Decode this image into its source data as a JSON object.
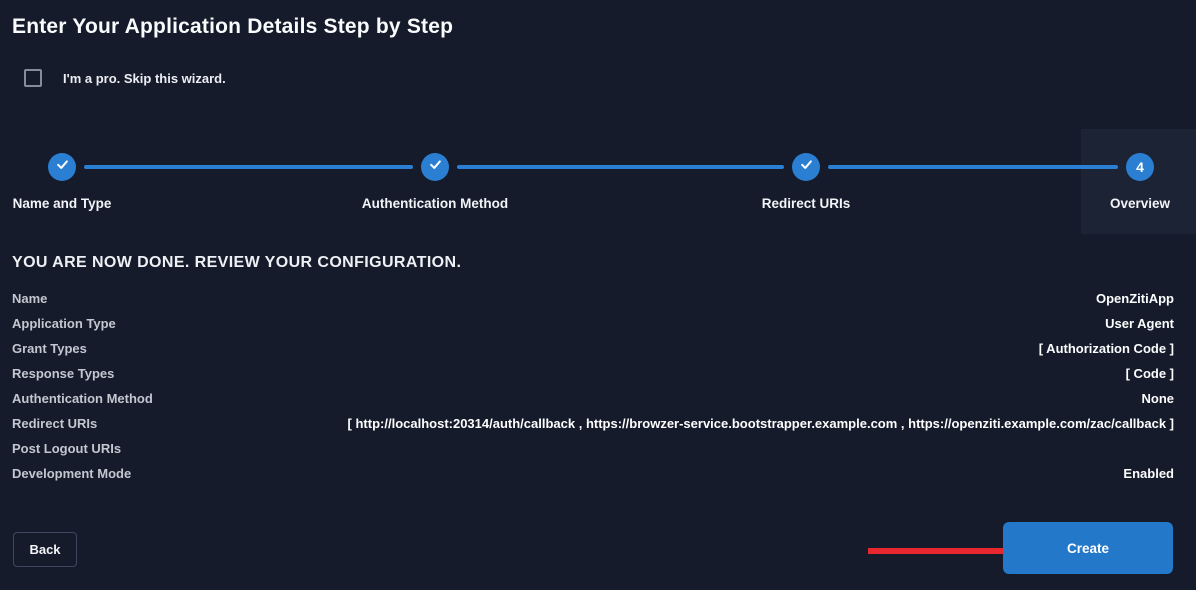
{
  "page": {
    "title": "Enter Your Application Details Step by Step"
  },
  "skip": {
    "label": "I'm a pro. Skip this wizard."
  },
  "stepper": {
    "steps": [
      {
        "label": "Name and Type",
        "state": "completed"
      },
      {
        "label": "Authentication Method",
        "state": "completed"
      },
      {
        "label": "Redirect URIs",
        "state": "completed"
      },
      {
        "label": "Overview",
        "state": "active",
        "number": "4"
      }
    ]
  },
  "review": {
    "heading": "YOU ARE NOW DONE. REVIEW YOUR CONFIGURATION.",
    "rows": [
      {
        "label": "Name",
        "value": "OpenZitiApp"
      },
      {
        "label": "Application Type",
        "value": "User Agent"
      },
      {
        "label": "Grant Types",
        "value": "[ Authorization Code ]"
      },
      {
        "label": "Response Types",
        "value": "[ Code ]"
      },
      {
        "label": "Authentication Method",
        "value": "None"
      },
      {
        "label": "Redirect URIs",
        "value": "[ http://localhost:20314/auth/callback , https://browzer-service.bootstrapper.example.com , https://openziti.example.com/zac/callback ]"
      },
      {
        "label": "Post Logout URIs",
        "value": ""
      },
      {
        "label": "Development Mode",
        "value": "Enabled"
      }
    ]
  },
  "actions": {
    "back_label": "Back",
    "create_label": "Create"
  },
  "colors": {
    "accent_blue": "#2a7fd2",
    "button_blue": "#2478c9",
    "arrow_red": "#e8262d",
    "background": "#151b2b",
    "active_step_panel": "#1b2334"
  }
}
